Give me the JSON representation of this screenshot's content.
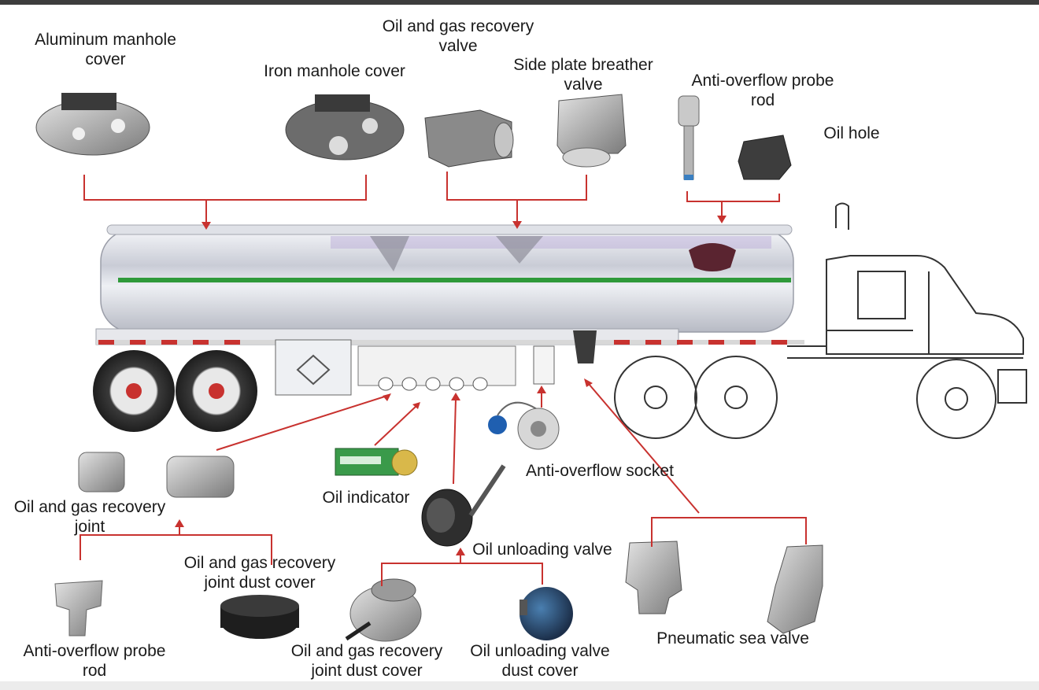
{
  "labels": {
    "aluminum_manhole_cover": [
      "Aluminum manhole",
      "cover"
    ],
    "iron_manhole_cover": [
      "Iron manhole cover"
    ],
    "oil_gas_recovery_valve": [
      "Oil and gas recovery",
      "valve"
    ],
    "side_plate_breather_valve": [
      "Side plate breather",
      "valve"
    ],
    "anti_overflow_probe_rod_top": [
      "Anti-overflow probe",
      "rod"
    ],
    "oil_hole": [
      "Oil hole"
    ],
    "oil_gas_recovery_joint": [
      "Oil and gas recovery",
      "joint"
    ],
    "oil_indicator": [
      "Oil indicator"
    ],
    "anti_overflow_socket": [
      "Anti-overflow socket"
    ],
    "oil_unloading_valve": [
      "Oil unloading valve"
    ],
    "oil_gas_recovery_joint_dust_cover_mid": [
      "Oil and gas recovery",
      "joint dust cover"
    ],
    "anti_overflow_probe_rod_bottom": [
      "Anti-overflow probe",
      "rod"
    ],
    "oil_gas_recovery_joint_dust_cover_bottom": [
      "Oil and gas recovery",
      "joint dust cover"
    ],
    "oil_unloading_valve_dust_cover": [
      "Oil unloading valve",
      "dust cover"
    ],
    "pneumatic_sea_valve": [
      "Pneumatic sea valve"
    ]
  },
  "colors": {
    "connector_line": "#c8322f",
    "label_text": "#1a1a1a",
    "tank_body": "#d7dbe4",
    "tank_stripe": "#2f9a3a",
    "truck_outline": "#333333",
    "background": "#ffffff"
  }
}
